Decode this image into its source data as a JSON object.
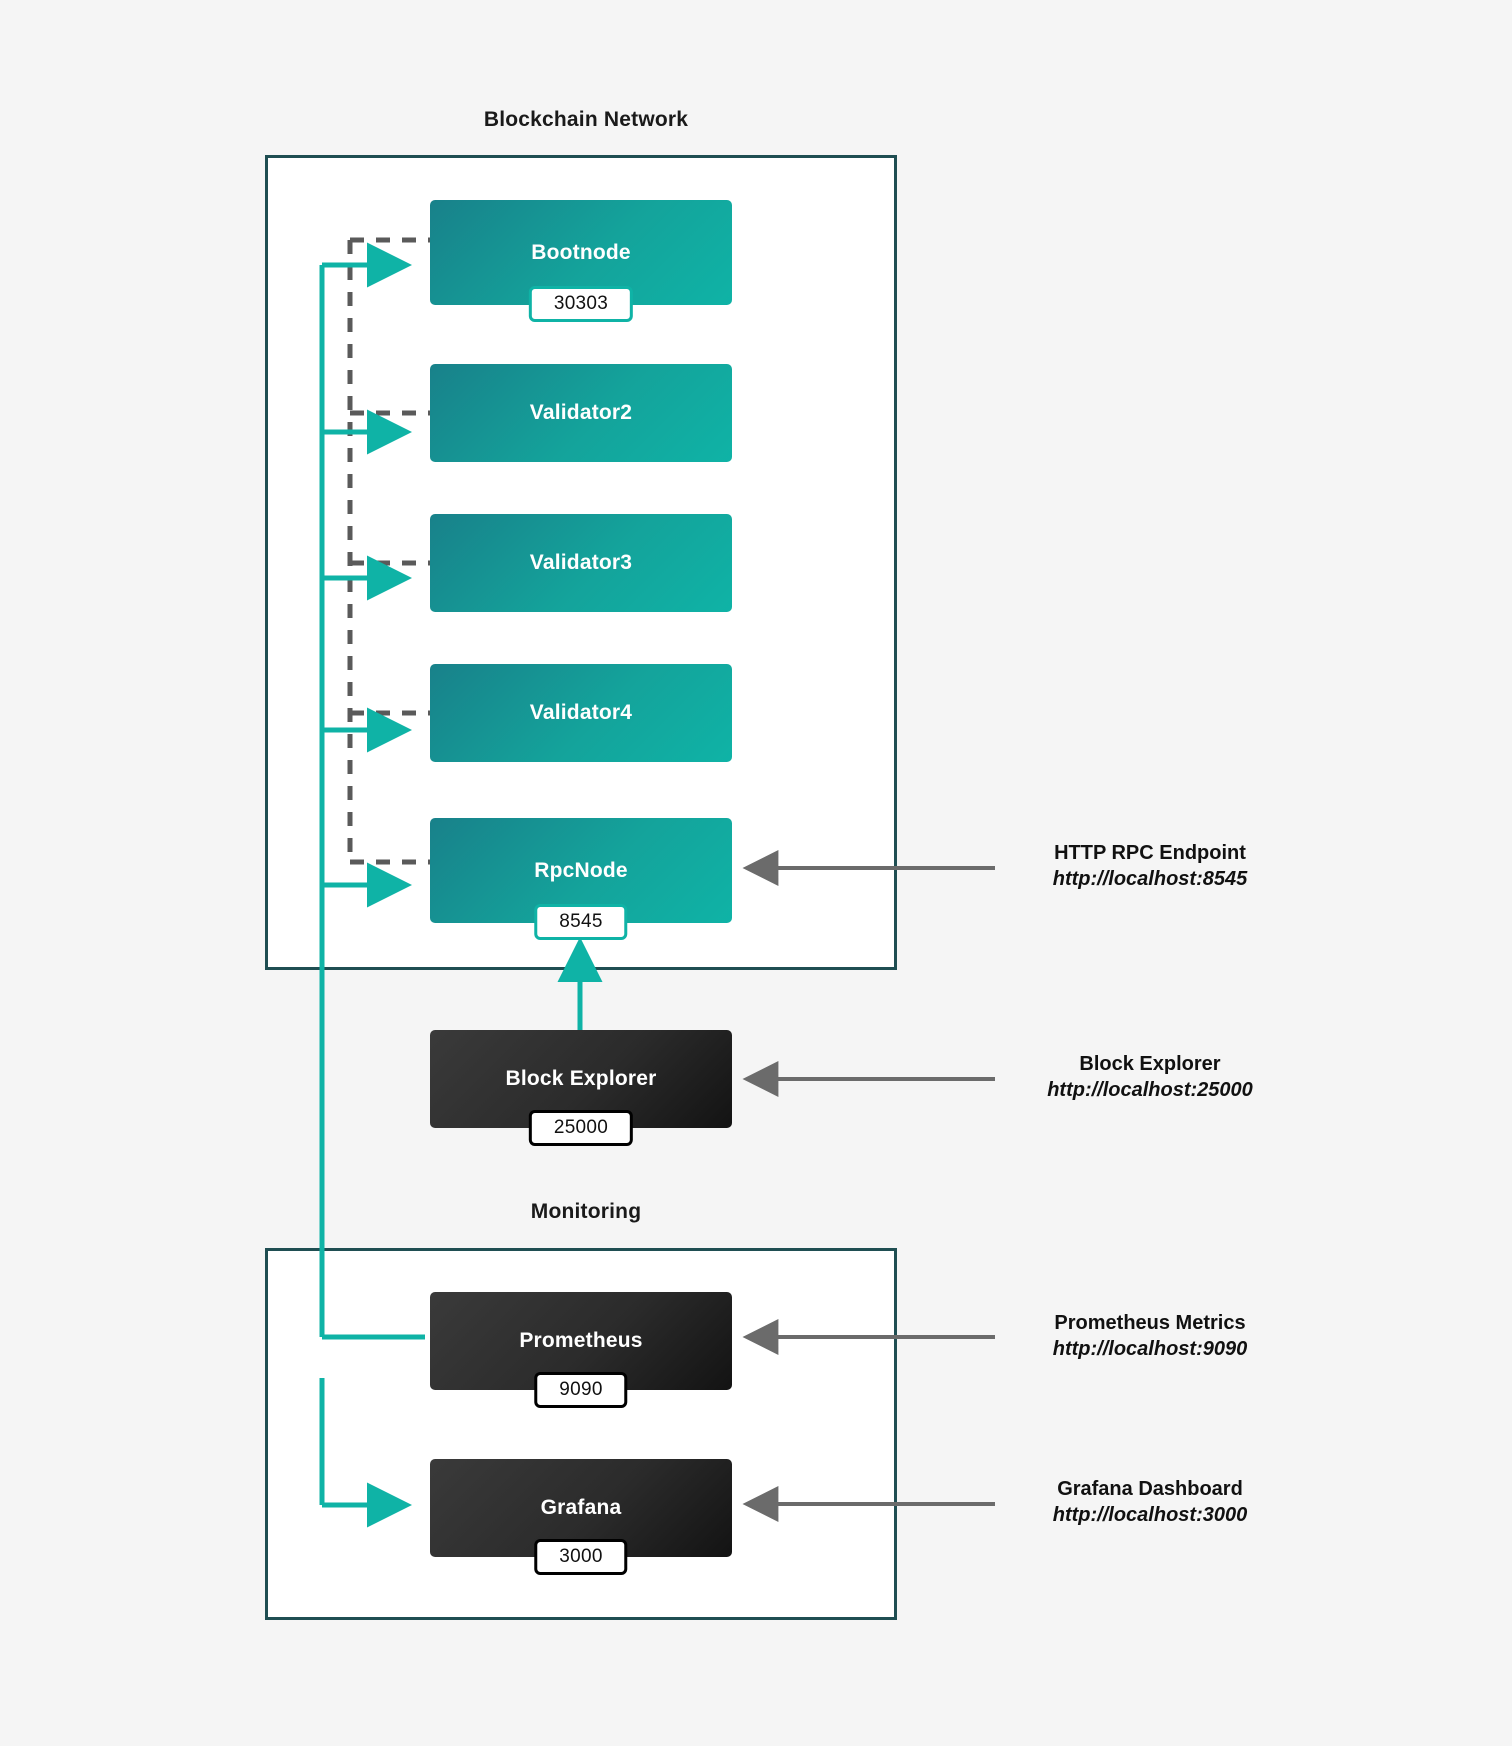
{
  "diagram": {
    "title_blockchain": "Blockchain Network",
    "title_monitoring": "Monitoring",
    "colors": {
      "background": "#f5f5f5",
      "cluster_border": "#1f4e52",
      "node_teal": "#14a39b",
      "node_dark": "#2b2b2b",
      "link_teal": "#0fb3a6",
      "link_dashed": "#5a5a5a",
      "annotation_arrow": "#6b6b6b"
    }
  },
  "nodes": [
    {
      "id": "bootnode",
      "label": "Bootnode",
      "port": "30303",
      "style": "teal"
    },
    {
      "id": "validator2",
      "label": "Validator2",
      "port": "",
      "style": "teal"
    },
    {
      "id": "validator3",
      "label": "Validator3",
      "port": "",
      "style": "teal"
    },
    {
      "id": "validator4",
      "label": "Validator4",
      "port": "",
      "style": "teal"
    },
    {
      "id": "rpcnode",
      "label": "RpcNode",
      "port": "8545",
      "style": "teal"
    },
    {
      "id": "block-explorer",
      "label": "Block Explorer",
      "port": "25000",
      "style": "dark"
    },
    {
      "id": "prometheus",
      "label": "Prometheus",
      "port": "9090",
      "style": "dark"
    },
    {
      "id": "grafana",
      "label": "Grafana",
      "port": "3000",
      "style": "dark"
    }
  ],
  "annotations": [
    {
      "id": "rpc",
      "title": "HTTP RPC Endpoint",
      "url": "http://localhost:8545"
    },
    {
      "id": "explorer",
      "title": "Block Explorer",
      "url": "http://localhost:25000"
    },
    {
      "id": "prometheus",
      "title": "Prometheus Metrics",
      "url": "http://localhost:9090"
    },
    {
      "id": "grafana",
      "title": "Grafana Dashboard",
      "url": "http://localhost:3000"
    }
  ]
}
